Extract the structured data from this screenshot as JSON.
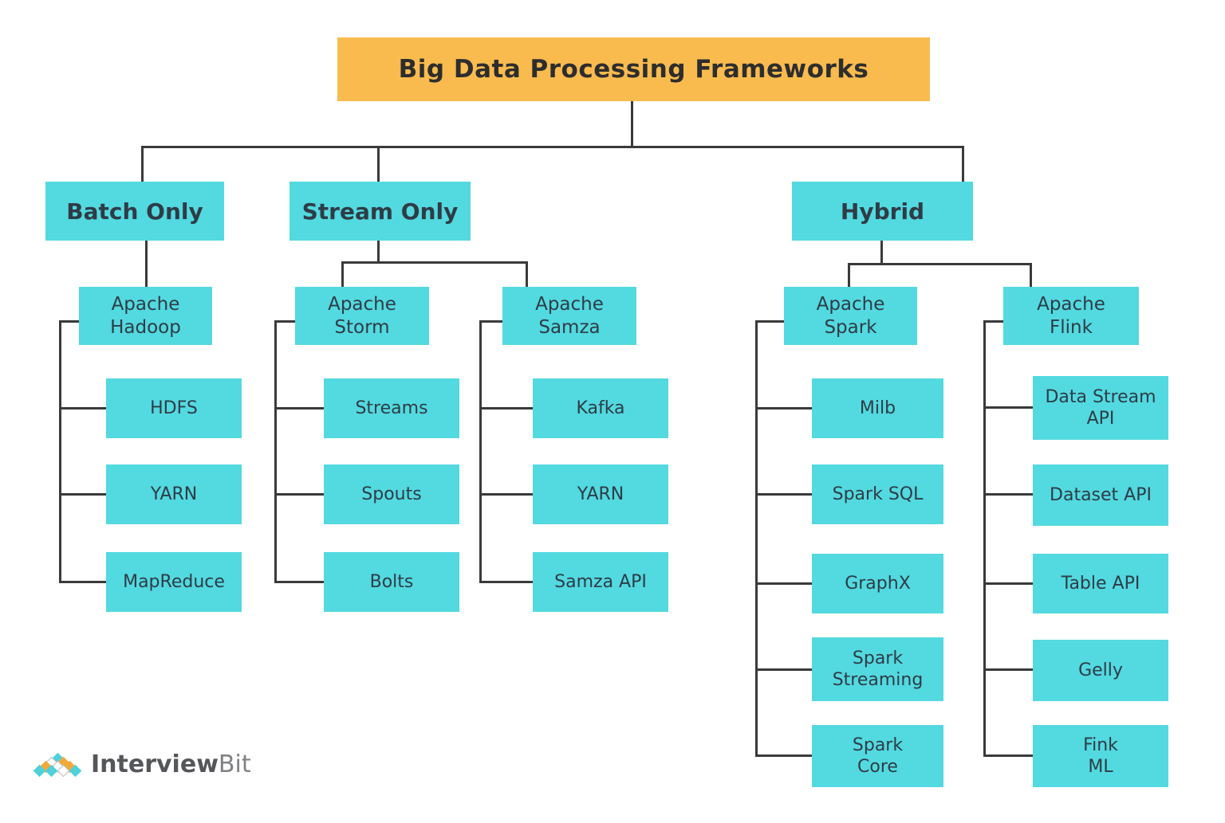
{
  "title": "Big Data Processing Frameworks",
  "colors": {
    "box_cyan": "#53d9e0",
    "title_orange": "#f9bb4e",
    "connector": "#3a3a3a",
    "box_text": "#2e3c46",
    "logo_cyan": "#4fd0da",
    "logo_orange": "#f2a93b"
  },
  "categories": [
    {
      "label": "Batch Only",
      "frameworks": [
        {
          "name": "Apache\nHadoop",
          "components": [
            "HDFS",
            "YARN",
            "MapReduce"
          ]
        }
      ]
    },
    {
      "label": "Stream Only",
      "frameworks": [
        {
          "name": "Apache\nStorm",
          "components": [
            "Streams",
            "Spouts",
            "Bolts"
          ]
        },
        {
          "name": "Apache\nSamza",
          "components": [
            "Kafka",
            "YARN",
            "Samza API"
          ]
        }
      ]
    },
    {
      "label": "Hybrid",
      "frameworks": [
        {
          "name": "Apache\nSpark",
          "components": [
            "Milb",
            "Spark SQL",
            "GraphX",
            "Spark\nStreaming",
            "Spark\nCore"
          ]
        },
        {
          "name": "Apache\nFlink",
          "components": [
            "Data Stream\nAPI",
            "Dataset API",
            "Table API",
            "Gelly",
            "Fink\nML"
          ]
        }
      ]
    }
  ],
  "logo": {
    "brand_primary": "Interview",
    "brand_secondary": "Bit",
    "pyramid_rows": [
      [
        "cyan"
      ],
      [
        "white",
        "orange"
      ],
      [
        "orange",
        "white",
        "orange"
      ],
      [
        "cyan",
        "cyan",
        "white",
        "cyan"
      ]
    ]
  }
}
